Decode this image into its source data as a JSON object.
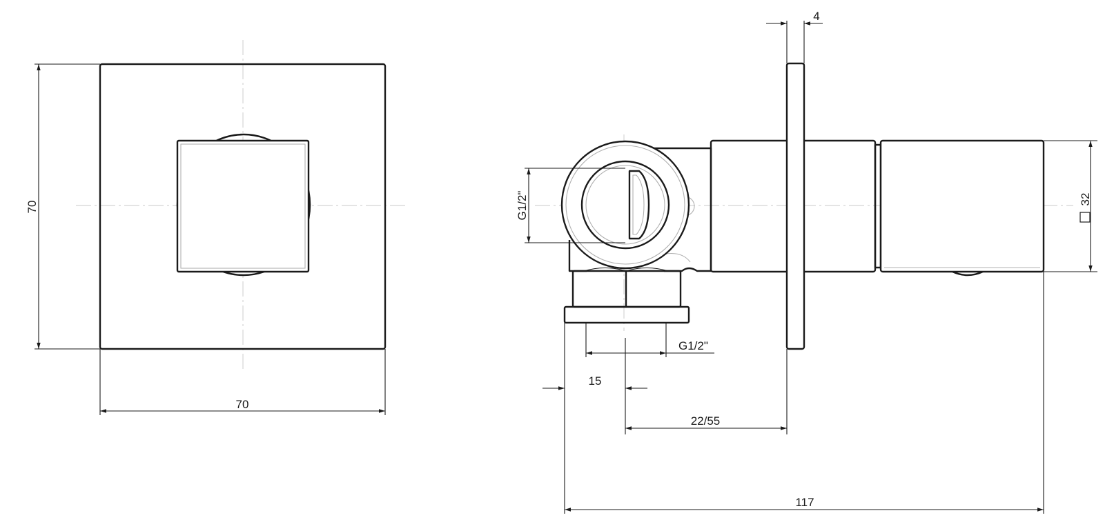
{
  "dimensions": {
    "front_height": "70",
    "front_width": "70",
    "plate_thickness": "4",
    "body_square": "32",
    "inlet_thread": "G1/2\"",
    "outlet_thread": "G1/2\"",
    "outlet_offset": "15",
    "installation_depth": "22/55",
    "overall_length": "117"
  }
}
